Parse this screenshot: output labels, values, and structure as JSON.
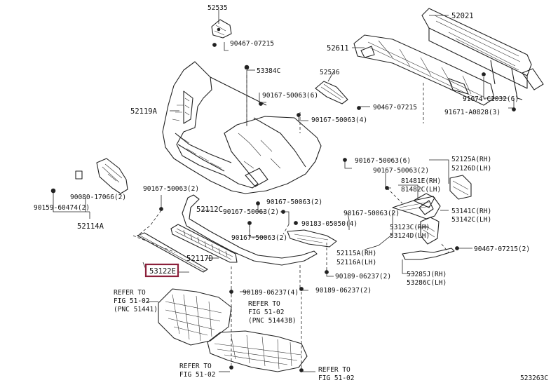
{
  "diagram_code": "523263C",
  "highlight_label": "53122E",
  "labels": {
    "l52535": "52535",
    "l90467a": "90467-07215",
    "l52021": "52021",
    "l52611": "52611",
    "l53384c": "53384C",
    "l52536": "52536",
    "l90167_6a": "90167-50063(6)",
    "l90467b": "90467-07215",
    "l91674": "91674-C1032(6)",
    "l52119a": "52119A",
    "l90167_4": "90167-50063(4)",
    "l91671": "91671-A0828(3)",
    "l90167_6b": "90167-50063(6)",
    "l52125a": "52125A(RH)",
    "l52126d": "52126D(LH)",
    "l90167_2a": "90167-50063(2)",
    "l81481e": "81481E(RH)",
    "l81482c": "81482C(LH)",
    "l90080": "90080-17066(2)",
    "l90159": "90159-60474(2)",
    "l52114a": "52114A",
    "l90167_2b": "90167-50063(2)",
    "l52112c": "52112C",
    "l90167_2c": "90167-50063(2)",
    "l90167_2d": "90167-50063(2)",
    "l90167_2e": "90167-50063(2)",
    "l53141c": "53141C(RH)",
    "l53142c": "53142C(LH)",
    "l90183": "90183-05050(4)",
    "l53123c": "53123C(RH)",
    "l53124d": "53124D(LH)",
    "l90167_2f": "90167-50063(2)",
    "l52117d": "52117D",
    "l52115a": "52115A(RH)",
    "l52116a": "52116A(LH)",
    "l90467c": "90467-07215(2)",
    "l90189_2a": "90189-06237(2)",
    "l53285j": "53285J(RH)",
    "l53286c": "53286C(LH)",
    "l90189_4": "90189-06237(4)",
    "l90189_2b": "90189-06237(2)"
  },
  "refs": {
    "r1_a": "REFER TO",
    "r1_b": "FIG 51-02",
    "r1_c": "(PNC 51441)",
    "r2_a": "REFER TO",
    "r2_b": "FIG 51-02",
    "r2_c": "(PNC 51443B)",
    "r3_a": "REFER TO",
    "r3_b": "FIG 51-02",
    "r4_a": "REFER TO",
    "r4_b": "FIG 51-02"
  },
  "colors": {
    "highlight": "#8b1f3a",
    "line": "#222222",
    "background": "#ffffff"
  }
}
